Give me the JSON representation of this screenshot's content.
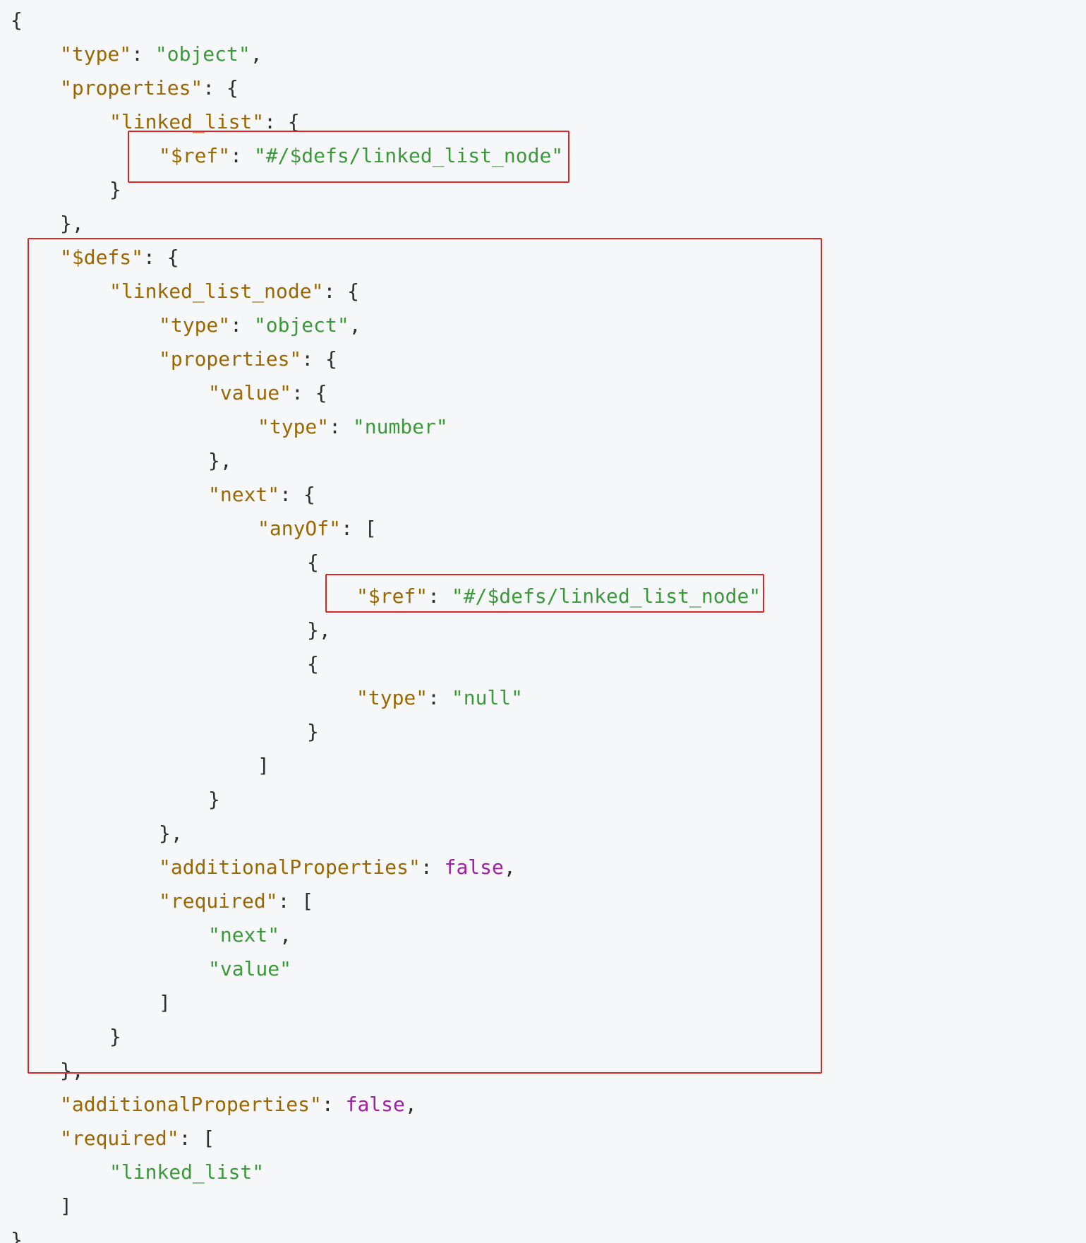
{
  "code": {
    "language": "json",
    "lines": [
      {
        "indent": 0,
        "parts": [
          {
            "t": "{",
            "c": "punct"
          }
        ]
      },
      {
        "indent": 1,
        "parts": [
          {
            "t": "\"type\"",
            "c": "key"
          },
          {
            "t": ": ",
            "c": "punct"
          },
          {
            "t": "\"object\"",
            "c": "str"
          },
          {
            "t": ",",
            "c": "punct"
          }
        ]
      },
      {
        "indent": 1,
        "parts": [
          {
            "t": "\"properties\"",
            "c": "key"
          },
          {
            "t": ": {",
            "c": "punct"
          }
        ]
      },
      {
        "indent": 2,
        "parts": [
          {
            "t": "\"linked_list\"",
            "c": "key"
          },
          {
            "t": ": {",
            "c": "punct"
          }
        ]
      },
      {
        "indent": 3,
        "parts": [
          {
            "t": "\"$ref\"",
            "c": "key"
          },
          {
            "t": ": ",
            "c": "punct"
          },
          {
            "t": "\"#/$defs/linked_list_node\"",
            "c": "str"
          }
        ]
      },
      {
        "indent": 2,
        "parts": [
          {
            "t": "}",
            "c": "punct"
          }
        ]
      },
      {
        "indent": 1,
        "parts": [
          {
            "t": "},",
            "c": "punct"
          }
        ]
      },
      {
        "indent": 1,
        "parts": [
          {
            "t": "\"$defs\"",
            "c": "key"
          },
          {
            "t": ": {",
            "c": "punct"
          }
        ]
      },
      {
        "indent": 2,
        "parts": [
          {
            "t": "\"linked_list_node\"",
            "c": "key"
          },
          {
            "t": ": {",
            "c": "punct"
          }
        ]
      },
      {
        "indent": 3,
        "parts": [
          {
            "t": "\"type\"",
            "c": "key"
          },
          {
            "t": ": ",
            "c": "punct"
          },
          {
            "t": "\"object\"",
            "c": "str"
          },
          {
            "t": ",",
            "c": "punct"
          }
        ]
      },
      {
        "indent": 3,
        "parts": [
          {
            "t": "\"properties\"",
            "c": "key"
          },
          {
            "t": ": {",
            "c": "punct"
          }
        ]
      },
      {
        "indent": 4,
        "parts": [
          {
            "t": "\"value\"",
            "c": "key"
          },
          {
            "t": ": {",
            "c": "punct"
          }
        ]
      },
      {
        "indent": 5,
        "parts": [
          {
            "t": "\"type\"",
            "c": "key"
          },
          {
            "t": ": ",
            "c": "punct"
          },
          {
            "t": "\"number\"",
            "c": "str"
          }
        ]
      },
      {
        "indent": 4,
        "parts": [
          {
            "t": "},",
            "c": "punct"
          }
        ]
      },
      {
        "indent": 4,
        "parts": [
          {
            "t": "\"next\"",
            "c": "key"
          },
          {
            "t": ": {",
            "c": "punct"
          }
        ]
      },
      {
        "indent": 5,
        "parts": [
          {
            "t": "\"anyOf\"",
            "c": "key"
          },
          {
            "t": ": [",
            "c": "punct"
          }
        ]
      },
      {
        "indent": 6,
        "parts": [
          {
            "t": "{",
            "c": "punct"
          }
        ]
      },
      {
        "indent": 7,
        "parts": [
          {
            "t": "\"$ref\"",
            "c": "key"
          },
          {
            "t": ": ",
            "c": "punct"
          },
          {
            "t": "\"#/$defs/linked_list_node\"",
            "c": "str"
          }
        ]
      },
      {
        "indent": 6,
        "parts": [
          {
            "t": "},",
            "c": "punct"
          }
        ]
      },
      {
        "indent": 6,
        "parts": [
          {
            "t": "{",
            "c": "punct"
          }
        ]
      },
      {
        "indent": 7,
        "parts": [
          {
            "t": "\"type\"",
            "c": "key"
          },
          {
            "t": ": ",
            "c": "punct"
          },
          {
            "t": "\"null\"",
            "c": "str"
          }
        ]
      },
      {
        "indent": 6,
        "parts": [
          {
            "t": "}",
            "c": "punct"
          }
        ]
      },
      {
        "indent": 5,
        "parts": [
          {
            "t": "]",
            "c": "punct"
          }
        ]
      },
      {
        "indent": 4,
        "parts": [
          {
            "t": "}",
            "c": "punct"
          }
        ]
      },
      {
        "indent": 3,
        "parts": [
          {
            "t": "},",
            "c": "punct"
          }
        ]
      },
      {
        "indent": 3,
        "parts": [
          {
            "t": "\"additionalProperties\"",
            "c": "key"
          },
          {
            "t": ": ",
            "c": "punct"
          },
          {
            "t": "false",
            "c": "bool"
          },
          {
            "t": ",",
            "c": "punct"
          }
        ]
      },
      {
        "indent": 3,
        "parts": [
          {
            "t": "\"required\"",
            "c": "key"
          },
          {
            "t": ": [",
            "c": "punct"
          }
        ]
      },
      {
        "indent": 4,
        "parts": [
          {
            "t": "\"next\"",
            "c": "str"
          },
          {
            "t": ",",
            "c": "punct"
          }
        ]
      },
      {
        "indent": 4,
        "parts": [
          {
            "t": "\"value\"",
            "c": "str"
          }
        ]
      },
      {
        "indent": 3,
        "parts": [
          {
            "t": "]",
            "c": "punct"
          }
        ]
      },
      {
        "indent": 2,
        "parts": [
          {
            "t": "}",
            "c": "punct"
          }
        ]
      },
      {
        "indent": 1,
        "parts": [
          {
            "t": "},",
            "c": "punct"
          }
        ]
      },
      {
        "indent": 1,
        "parts": [
          {
            "t": "\"additionalProperties\"",
            "c": "key"
          },
          {
            "t": ": ",
            "c": "punct"
          },
          {
            "t": "false",
            "c": "bool"
          },
          {
            "t": ",",
            "c": "punct"
          }
        ]
      },
      {
        "indent": 1,
        "parts": [
          {
            "t": "\"required\"",
            "c": "key"
          },
          {
            "t": ": [",
            "c": "punct"
          }
        ]
      },
      {
        "indent": 2,
        "parts": [
          {
            "t": "\"linked_list\"",
            "c": "str"
          }
        ]
      },
      {
        "indent": 1,
        "parts": [
          {
            "t": "]",
            "c": "punct"
          }
        ]
      },
      {
        "indent": 0,
        "parts": [
          {
            "t": "}",
            "c": "punct"
          }
        ]
      }
    ]
  },
  "colors": {
    "background": "#f6f7f9",
    "key": "#9a6700",
    "string": "#3a9a3a",
    "boolean": "#a31fa6",
    "punctuation": "#2e2e2e",
    "highlight_border": "#e02424"
  }
}
